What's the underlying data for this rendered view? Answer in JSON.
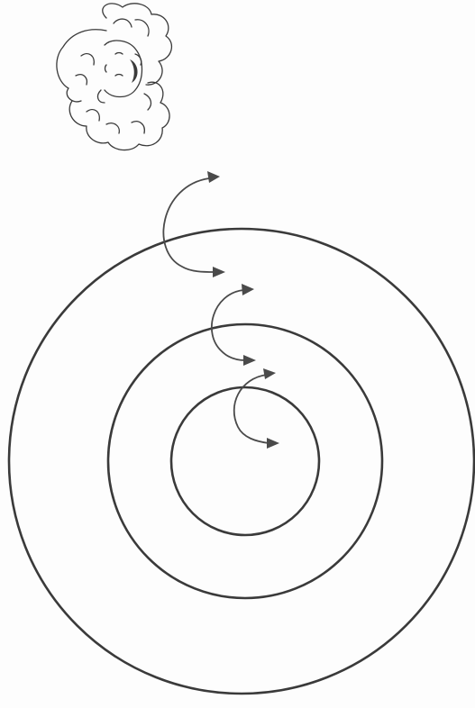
{
  "colors": {
    "background": "#fdfdfd",
    "ink": "#3a3a3a",
    "arrow": "#4a4a4a"
  },
  "diagram": {
    "rings": [
      "outer",
      "middle",
      "inner"
    ],
    "arrows": [
      "outer-ring-crossing-arrow",
      "middle-ring-crossing-arrow",
      "inner-ring-crossing-arrow"
    ],
    "illustration": "cherub-head-icon"
  }
}
